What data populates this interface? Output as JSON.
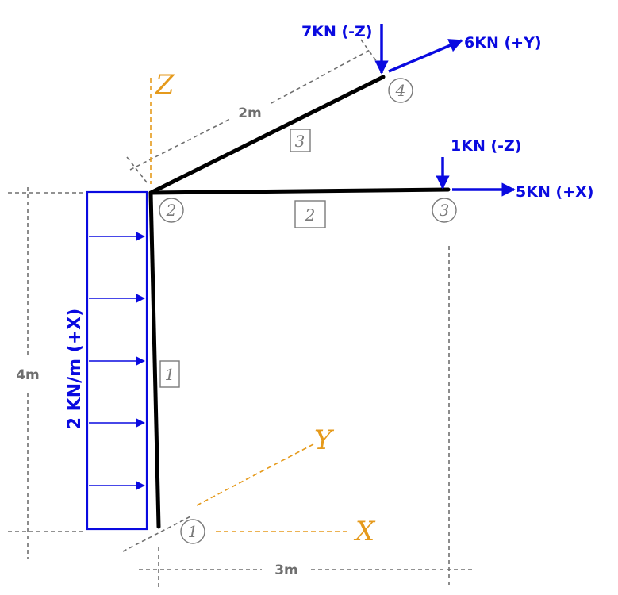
{
  "axes": {
    "x": "X",
    "y": "Y",
    "z": "Z"
  },
  "nodes": [
    "1",
    "2",
    "3",
    "4"
  ],
  "members": [
    "1",
    "2",
    "3"
  ],
  "dimensions": {
    "height": "4m",
    "width": "3m",
    "depth": "2m"
  },
  "loads": {
    "distributed": "2 KN/m (+X)",
    "node3_vertical": "1KN (-Z)",
    "node3_horizontal": "5KN (+X)",
    "node4_vertical": "7KN (-Z)",
    "node4_horizontal": "6KN (+Y)"
  },
  "colors": {
    "load": "#0a0ae0",
    "axis": "#e59a1c",
    "dimension": "#6f6f6f",
    "member": "#000000"
  }
}
